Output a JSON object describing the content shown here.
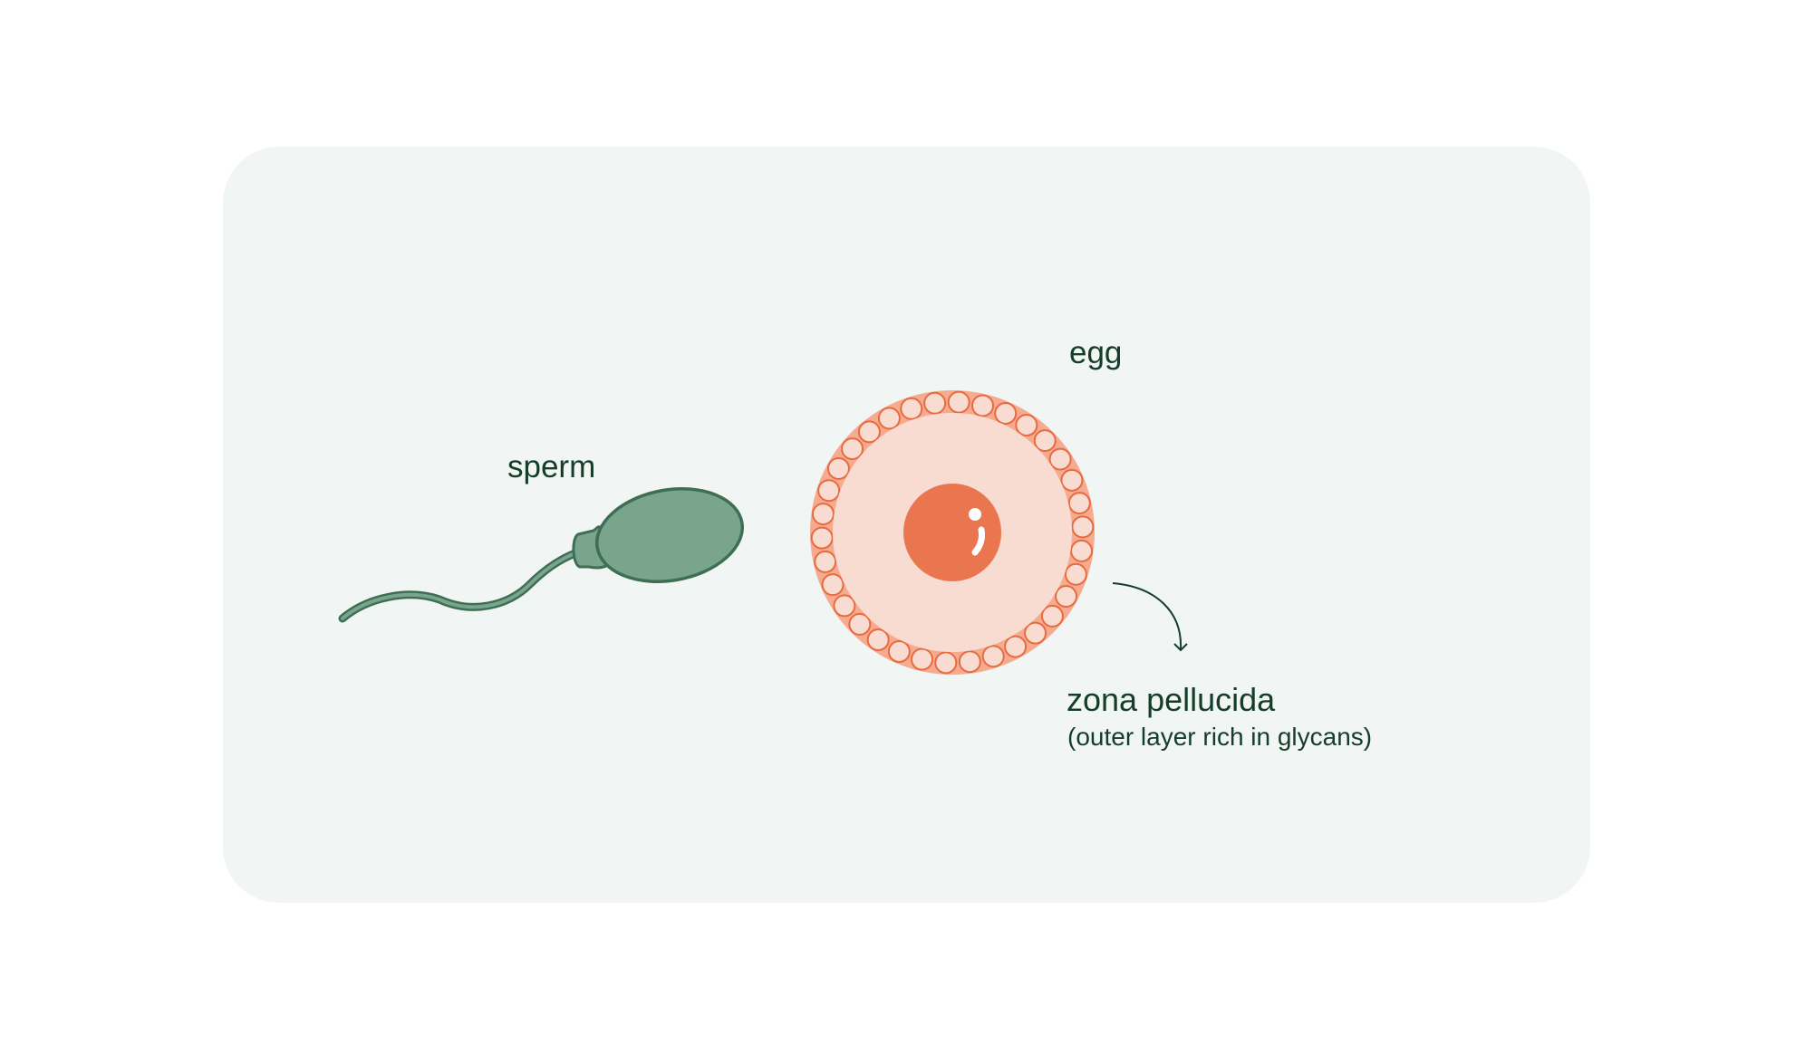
{
  "labels": {
    "sperm": "sperm",
    "egg": "egg",
    "zona_pellucida": "zona pellucida",
    "zona_pellucida_note": "(outer layer rich in glycans)"
  },
  "colors": {
    "background_card": "#f1f5f3",
    "sperm_fill": "#78a58c",
    "sperm_stroke": "#3f6e54",
    "zona_ring": "#f4ab90",
    "cytoplasm": "#f9dcd1",
    "nucleus": "#ea7650",
    "cell_stroke": "#e86a3f",
    "text": "#153d2a"
  },
  "egg": {
    "corona_cell_count": 34
  }
}
